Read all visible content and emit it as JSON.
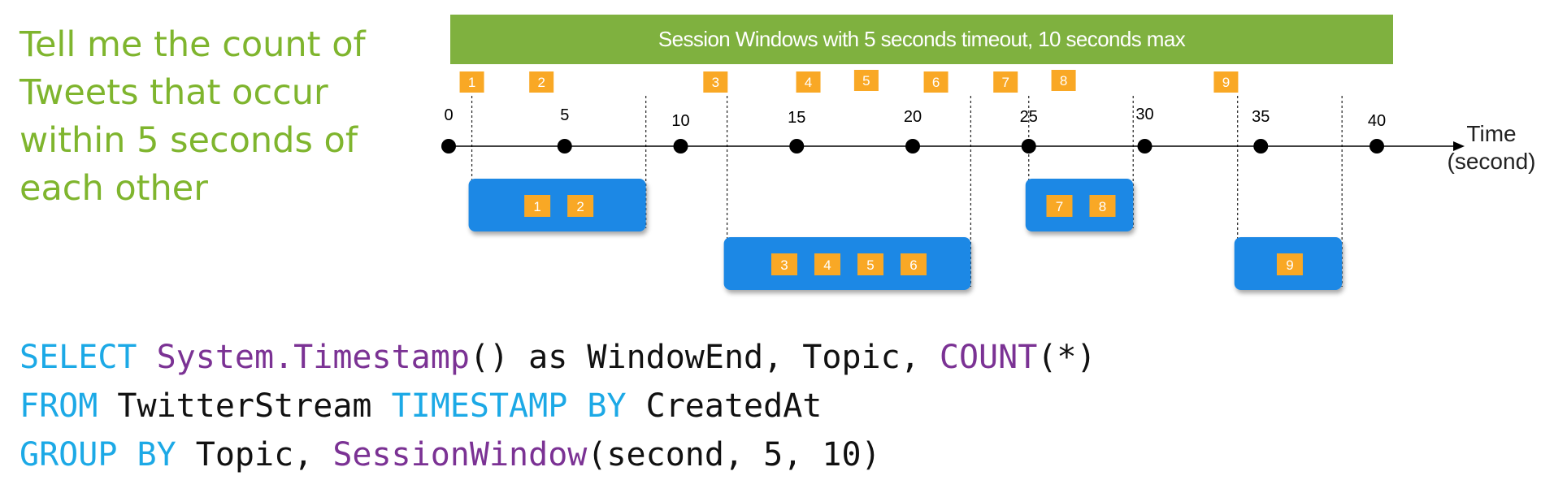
{
  "question": {
    "lines": [
      "Tell me the count of",
      "Tweets that occur",
      "within 5 seconds of",
      "each other"
    ]
  },
  "banner": {
    "title": "Session Windows with 5 seconds timeout, 10 seconds max"
  },
  "axis": {
    "ticks": [
      "0",
      "5",
      "10",
      "15",
      "20",
      "25",
      "30",
      "35",
      "40"
    ],
    "name_line1": "Time",
    "name_line2": "(second)"
  },
  "events": [
    {
      "label": "1",
      "t": 1
    },
    {
      "label": "2",
      "t": 4
    },
    {
      "label": "3",
      "t": 11.5
    },
    {
      "label": "4",
      "t": 15.5
    },
    {
      "label": "5",
      "t": 18
    },
    {
      "label": "6",
      "t": 21
    },
    {
      "label": "7",
      "t": 24
    },
    {
      "label": "8",
      "t": 26.5
    },
    {
      "label": "9",
      "t": 33.5
    }
  ],
  "sessions": [
    {
      "start": 1,
      "end": 8.5,
      "row": 1,
      "events": [
        "1",
        "2"
      ]
    },
    {
      "start": 12,
      "end": 22.5,
      "row": 2,
      "events": [
        "3",
        "4",
        "5",
        "6"
      ]
    },
    {
      "start": 25,
      "end": 29.5,
      "row": 1,
      "events": [
        "7",
        "8"
      ]
    },
    {
      "start": 34,
      "end": 38.5,
      "row": 2,
      "events": [
        "9"
      ]
    }
  ],
  "colors": {
    "banner": "#7fb13f",
    "event_box": "#f9a825",
    "session_box": "#1e88e5",
    "question_text": "#7fb52e",
    "sql_keyword": "#1ca9e6",
    "sql_function": "#7b3294"
  },
  "query": {
    "line1": {
      "kw_select": "SELECT",
      "fn_timestamp": "System.Timestamp",
      "rest1": "() as WindowEnd, Topic, ",
      "fn_count": "COUNT",
      "rest2": "(*)"
    },
    "line2": {
      "kw_from": "FROM",
      "rest1": " TwitterStream ",
      "kw_timestamp_by": "TIMESTAMP BY",
      "rest2": " CreatedAt"
    },
    "line3": {
      "kw_group_by": "GROUP BY",
      "rest1": " Topic, ",
      "fn_session": "SessionWindow",
      "rest2": "(second, 5, 10)"
    }
  }
}
